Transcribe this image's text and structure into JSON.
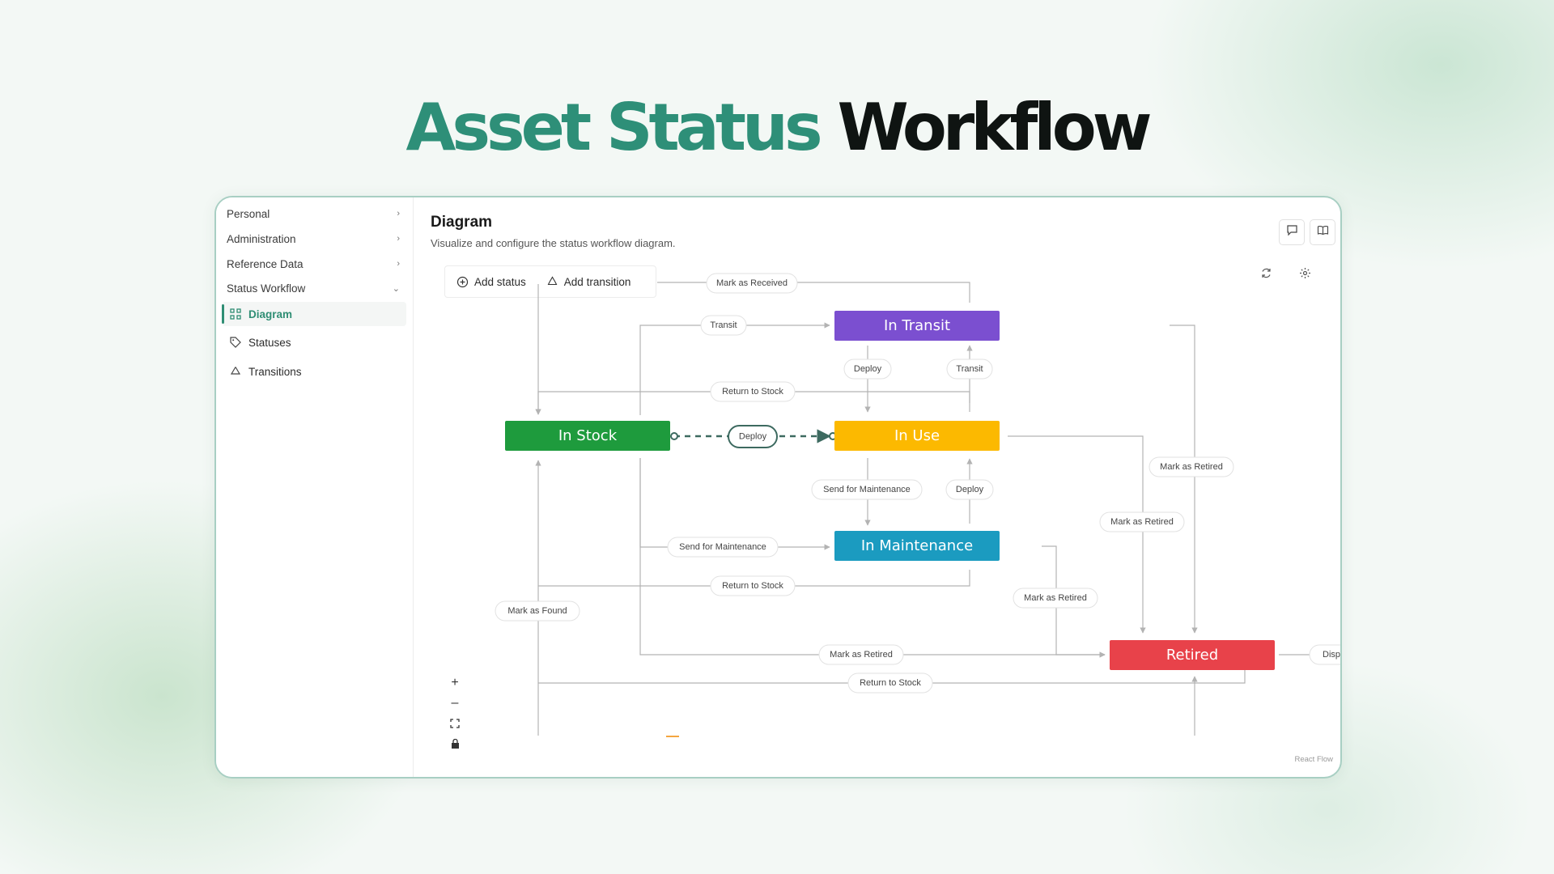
{
  "hero": {
    "title_accent": "Asset Status",
    "title_dark": "Workflow"
  },
  "sidebar": {
    "groups": [
      {
        "label": "Personal"
      },
      {
        "label": "Administration"
      },
      {
        "label": "Reference Data"
      },
      {
        "label": "Status Workflow"
      }
    ],
    "items": [
      {
        "label": "Diagram",
        "icon": "diagram-icon",
        "active": true
      },
      {
        "label": "Statuses",
        "icon": "tag-icon"
      },
      {
        "label": "Transitions",
        "icon": "recycle-icon"
      }
    ]
  },
  "main": {
    "title": "Diagram",
    "subtitle": "Visualize and configure the status workflow diagram.",
    "toolbar": {
      "add_status": "Add status",
      "add_transition": "Add transition"
    },
    "icons": [
      "comment-icon",
      "book-icon",
      "refresh-icon",
      "gear-icon"
    ]
  },
  "colors": {
    "accent": "#2e8f78",
    "in_transit": "#7b4fd0",
    "in_stock": "#1e9b3d",
    "in_use": "#fcb900",
    "in_maintenance": "#1b9bc0",
    "retired": "#e8424a"
  },
  "diagram": {
    "nodes": {
      "in_transit": "In Transit",
      "in_stock": "In Stock",
      "in_use": "In Use",
      "in_maintenance": "In Maintenance",
      "retired": "Retired"
    },
    "edges": {
      "mark_received": "Mark as Received",
      "transit_1": "Transit",
      "deploy_1": "Deploy",
      "transit_2": "Transit",
      "return_stock_1": "Return to Stock",
      "deploy_selected": "Deploy",
      "retired_1": "Mark as Retired",
      "send_maint_1": "Send for Maintenance",
      "deploy_2": "Deploy",
      "retired_2": "Mark as Retired",
      "send_maint_2": "Send for Maintenance",
      "return_stock_2": "Return to Stock",
      "retired_3": "Mark as Retired",
      "found": "Mark as Found",
      "retired_4": "Mark as Retired",
      "return_stock_3": "Return to Stock",
      "dispose": "Disp"
    },
    "watermark": "React Flow"
  }
}
